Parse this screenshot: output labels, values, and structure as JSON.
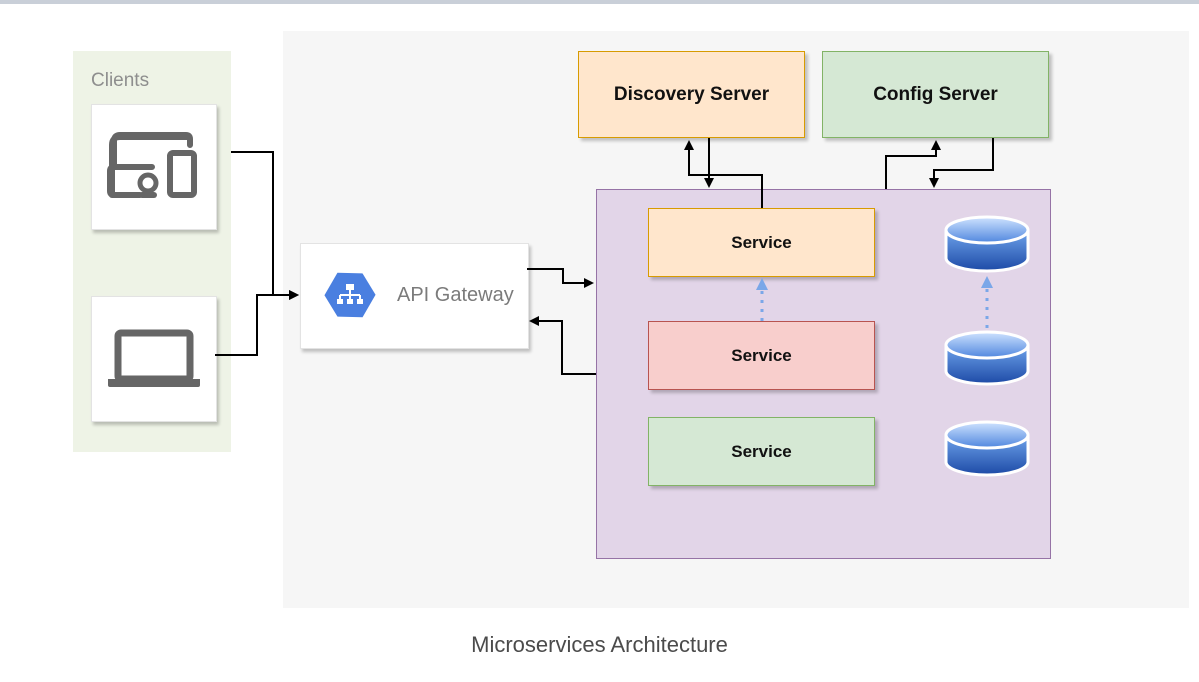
{
  "clients": {
    "label": "Clients",
    "devices": [
      {
        "icon": "devices-icon"
      },
      {
        "icon": "laptop-icon"
      }
    ]
  },
  "gateway": {
    "label": "API Gateway",
    "icon": "api-gateway-hexagon-icon",
    "icon_color": "#4a7fe0"
  },
  "discovery_server": {
    "label": "Discovery Server",
    "color": "#ffe6cc"
  },
  "config_server": {
    "label": "Config Server",
    "color": "#d5e8d4"
  },
  "services": [
    {
      "label": "Service",
      "color": "#ffe6cc"
    },
    {
      "label": "Service",
      "color": "#f8cecc"
    },
    {
      "label": "Service",
      "color": "#d5e8d4"
    }
  ],
  "databases": [
    {
      "icon": "database-icon"
    },
    {
      "icon": "database-icon"
    },
    {
      "icon": "database-icon"
    }
  ],
  "colors": {
    "services_region": "#e2d5e8",
    "clients_panel": "#eef3e6",
    "database_blue": "#2b5fb8",
    "dotted_arrow": "#7aa7e8"
  },
  "caption": "Microservices Architecture"
}
